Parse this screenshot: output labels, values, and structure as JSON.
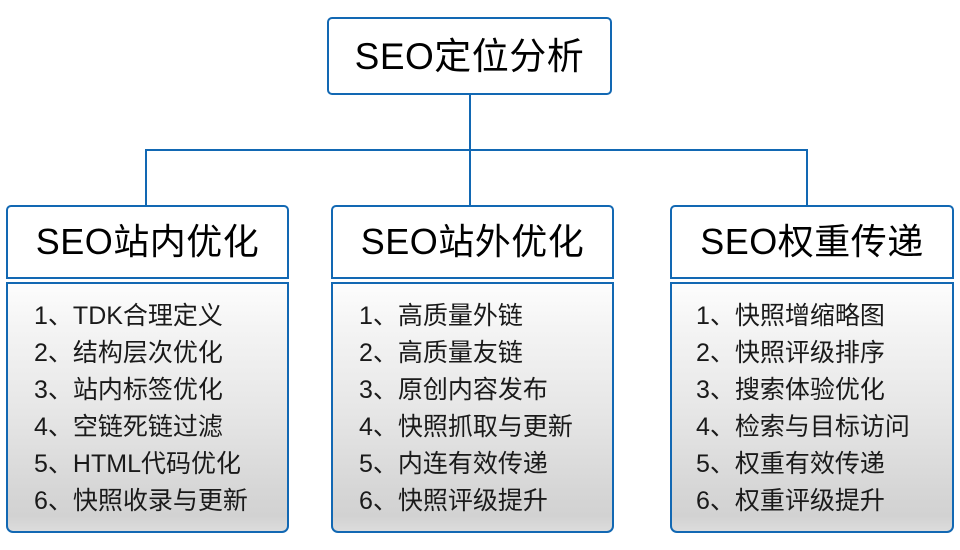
{
  "diagram": {
    "type": "org-chart",
    "title": "SEO定位分析",
    "theme": {
      "border_color": "#1268b3",
      "header_background": "#ffffff",
      "body_gradient_top": "#fdfdfd",
      "body_gradient_bottom": "#d2d2d2",
      "connector_color": "#1268b3",
      "text_color": "#000000",
      "page_background": "#ffffff"
    },
    "root": {
      "label": "SEO定位分析"
    },
    "branches": [
      {
        "label": "SEO站内优化",
        "items": [
          {
            "index": "1",
            "separator": "、",
            "text": "TDK合理定义"
          },
          {
            "index": "2",
            "separator": "、",
            "text": "结构层次优化"
          },
          {
            "index": "3",
            "separator": "、",
            "text": "站内标签优化"
          },
          {
            "index": "4",
            "separator": "、",
            "text": "空链死链过滤"
          },
          {
            "index": "5",
            "separator": "、",
            "text": "HTML代码优化"
          },
          {
            "index": "6",
            "separator": "、",
            "text": "快照收录与更新"
          }
        ]
      },
      {
        "label": "SEO站外优化",
        "items": [
          {
            "index": "1",
            "separator": "、",
            "text": "高质量外链"
          },
          {
            "index": "2",
            "separator": "、",
            "text": "高质量友链"
          },
          {
            "index": "3",
            "separator": "、",
            "text": "原创内容发布"
          },
          {
            "index": "4",
            "separator": "、",
            "text": "快照抓取与更新"
          },
          {
            "index": "5",
            "separator": "、",
            "text": "内连有效传递"
          },
          {
            "index": "6",
            "separator": "、",
            "text": "快照评级提升"
          }
        ]
      },
      {
        "label": "SEO权重传递",
        "items": [
          {
            "index": "1",
            "separator": "、",
            "text": "快照增缩略图"
          },
          {
            "index": "2",
            "separator": "、",
            "text": "快照评级排序"
          },
          {
            "index": "3",
            "separator": "、",
            "text": "搜索体验优化"
          },
          {
            "index": "4",
            "separator": "、",
            "text": "检索与目标访问"
          },
          {
            "index": "5",
            "separator": "、",
            "text": "权重有效传递"
          },
          {
            "index": "6",
            "separator": "、",
            "text": "权重评级提升"
          }
        ]
      }
    ]
  }
}
